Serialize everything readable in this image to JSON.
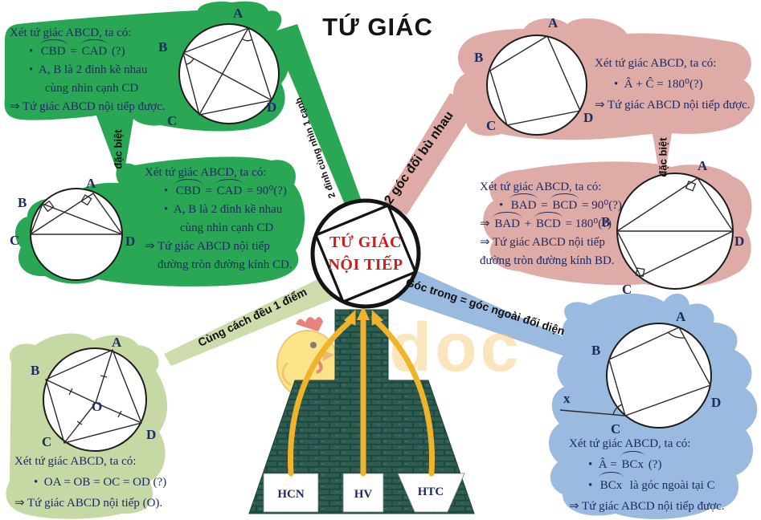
{
  "title": "TỨ GIÁC",
  "center": {
    "line1": "TỨ GIÁC",
    "line2": "NỘI TIẾP"
  },
  "branches": {
    "two_vertices": "2 đỉnh cùng nhìn 1 cạnh",
    "opposite_angles": "2 góc đối bù nhau",
    "exterior_angle": "Góc trong = góc ngoài đối diện",
    "equidistant": "Cùng cách đều 1 điểm",
    "special_left": "đặc biệt",
    "special_right": "đặc biệt"
  },
  "panels": {
    "g1": [
      "Xét tứ giác ABCD, ta có:",
      "•  [CBD] = [CAD] (?)",
      "•  A, B là 2 đỉnh kề nhau",
      "cùng nhìn cạnh CD",
      "⇒ Tứ giác ABCD nội tiếp được."
    ],
    "g2": [
      "Xét tứ giác ABCD, ta có:",
      "•  [CBD] = [CAD] = 90⁰(?)",
      "•  A, B là 2 đỉnh kề nhau",
      "cùng nhìn cạnh CD",
      "⇒ Tứ giác ABCD nội tiếp",
      "đường tròn đường kính CD."
    ],
    "p1": [
      "Xét tứ giác ABCD, ta có:",
      "•  Â + Ĉ = 180⁰(?)",
      "⇒ Tứ giác ABCD nội tiếp được."
    ],
    "p2": [
      "Xét tứ giác ABCD, ta có:",
      "•  [BAD] = [BCD] = 90⁰(?)",
      "⇒ [BAD] + [BCD] = 180⁰(?)",
      "⇒ Tứ giác ABCD nội tiếp",
      "đường tròn đường kính BD."
    ],
    "lg": [
      "Xét tứ giác ABCD, ta có:",
      "•  OA = OB = OC = OD (?)",
      "⇒ Tứ giác ABCD nội tiếp (O)."
    ],
    "bl": [
      "Xét tứ giác ABCD, ta có:",
      "•  Â = [BCx] (?)",
      "•  [BCx]  là góc ngoài tại C",
      "⇒ Tứ giác ABCD nội tiếp được."
    ]
  },
  "vx": {
    "A": "A",
    "B": "B",
    "C": "C",
    "D": "D",
    "O": "O",
    "x": "x"
  },
  "wall": {
    "hcn": "HCN",
    "hv": "HV",
    "htc": "HTC"
  },
  "watermark": "ndoc",
  "colors": {
    "green": "#29a754",
    "light_green": "#c6d8a3",
    "pink": "#dfaba6",
    "blue": "#9abadf",
    "arrow_yellow": "#f0b42c",
    "brick": "#2e5c50",
    "title_red": "#cf1d1d",
    "text_navy": "#1e2a63"
  }
}
